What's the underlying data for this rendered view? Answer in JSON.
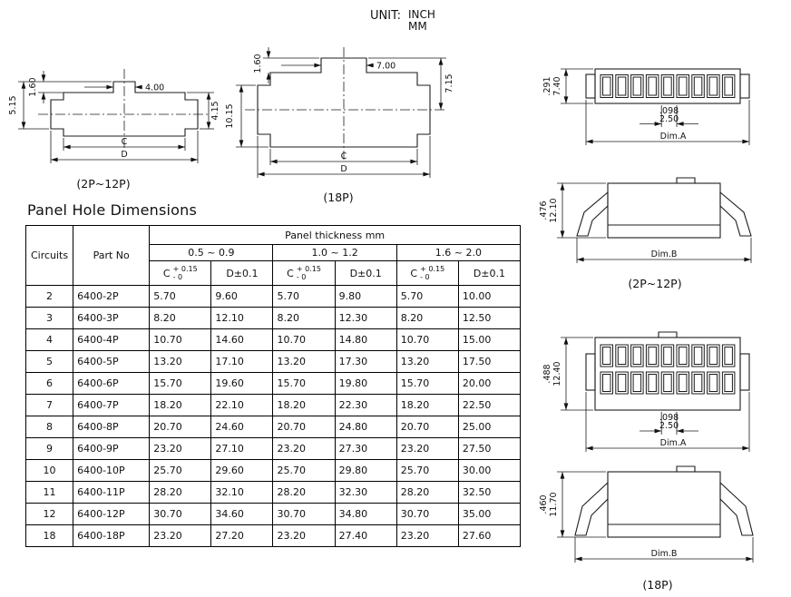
{
  "unit": {
    "label": "UNIT:",
    "inch": "INCH",
    "mm": "MM"
  },
  "title": "Panel Hole Dimensions",
  "drawings": {
    "panel_small": {
      "label": "(2P~12P)",
      "dim_tab_height": "1.60",
      "dim_left_height": "5.15",
      "dim_tab_width": "4.00",
      "dim_right_height": "4.15",
      "dim_inner_width": "C",
      "dim_outer_width": "D"
    },
    "panel_large": {
      "label": "(18P)",
      "dim_tab_height": "1.60",
      "dim_tab_width": "7.00",
      "dim_right_height": "7.15",
      "dim_left_height": "10.15",
      "dim_inner_width": "C",
      "dim_outer_width": "D"
    },
    "conn_small_front": {
      "cavity_rows": 1,
      "cavity_cols": 9,
      "dim_height_inch": ".291",
      "dim_height_mm": "7.40",
      "dim_pitch_inch": ".098",
      "dim_pitch_mm": "2.50",
      "dim_width": "Dim.A"
    },
    "conn_small_side": {
      "label": "(2P~12P)",
      "dim_height_inch": ".476",
      "dim_height_mm": "12.10",
      "dim_width": "Dim.B"
    },
    "conn_large_front": {
      "cavity_rows": 2,
      "cavity_cols": 9,
      "dim_height_inch": ".488",
      "dim_height_mm": "12.40",
      "dim_pitch_inch": ".098",
      "dim_pitch_mm": "2.50",
      "dim_width": "Dim.A"
    },
    "conn_large_side": {
      "label": "(18P)",
      "dim_height_inch": ".460",
      "dim_height_mm": "11.70",
      "dim_width": "Dim.B"
    }
  },
  "table": {
    "header": {
      "circuits": "Circuits",
      "part_no": "Part No",
      "panel_thickness": "Panel thickness mm",
      "ranges": [
        "0.5 ~ 0.9",
        "1.0 ~ 1.2",
        "1.6 ~ 2.0"
      ],
      "c_label": "C",
      "c_tol_top": "+ 0.15",
      "c_tol_bottom": "- 0",
      "d_label": "D±0.1"
    },
    "rows": [
      {
        "circuits": "2",
        "part_no": "6400-2P",
        "values": [
          "5.70",
          "9.60",
          "5.70",
          "9.80",
          "5.70",
          "10.00"
        ]
      },
      {
        "circuits": "3",
        "part_no": "6400-3P",
        "values": [
          "8.20",
          "12.10",
          "8.20",
          "12.30",
          "8.20",
          "12.50"
        ]
      },
      {
        "circuits": "4",
        "part_no": "6400-4P",
        "values": [
          "10.70",
          "14.60",
          "10.70",
          "14.80",
          "10.70",
          "15.00"
        ]
      },
      {
        "circuits": "5",
        "part_no": "6400-5P",
        "values": [
          "13.20",
          "17.10",
          "13.20",
          "17.30",
          "13.20",
          "17.50"
        ]
      },
      {
        "circuits": "6",
        "part_no": "6400-6P",
        "values": [
          "15.70",
          "19.60",
          "15.70",
          "19.80",
          "15.70",
          "20.00"
        ]
      },
      {
        "circuits": "7",
        "part_no": "6400-7P",
        "values": [
          "18.20",
          "22.10",
          "18.20",
          "22.30",
          "18.20",
          "22.50"
        ]
      },
      {
        "circuits": "8",
        "part_no": "6400-8P",
        "values": [
          "20.70",
          "24.60",
          "20.70",
          "24.80",
          "20.70",
          "25.00"
        ]
      },
      {
        "circuits": "9",
        "part_no": "6400-9P",
        "values": [
          "23.20",
          "27.10",
          "23.20",
          "27.30",
          "23.20",
          "27.50"
        ]
      },
      {
        "circuits": "10",
        "part_no": "6400-10P",
        "values": [
          "25.70",
          "29.60",
          "25.70",
          "29.80",
          "25.70",
          "30.00"
        ]
      },
      {
        "circuits": "11",
        "part_no": "6400-11P",
        "values": [
          "28.20",
          "32.10",
          "28.20",
          "32.30",
          "28.20",
          "32.50"
        ]
      },
      {
        "circuits": "12",
        "part_no": "6400-12P",
        "values": [
          "30.70",
          "34.60",
          "30.70",
          "34.80",
          "30.70",
          "35.00"
        ]
      },
      {
        "circuits": "18",
        "part_no": "6400-18P",
        "values": [
          "23.20",
          "27.20",
          "23.20",
          "27.40",
          "23.20",
          "27.60"
        ]
      }
    ]
  }
}
